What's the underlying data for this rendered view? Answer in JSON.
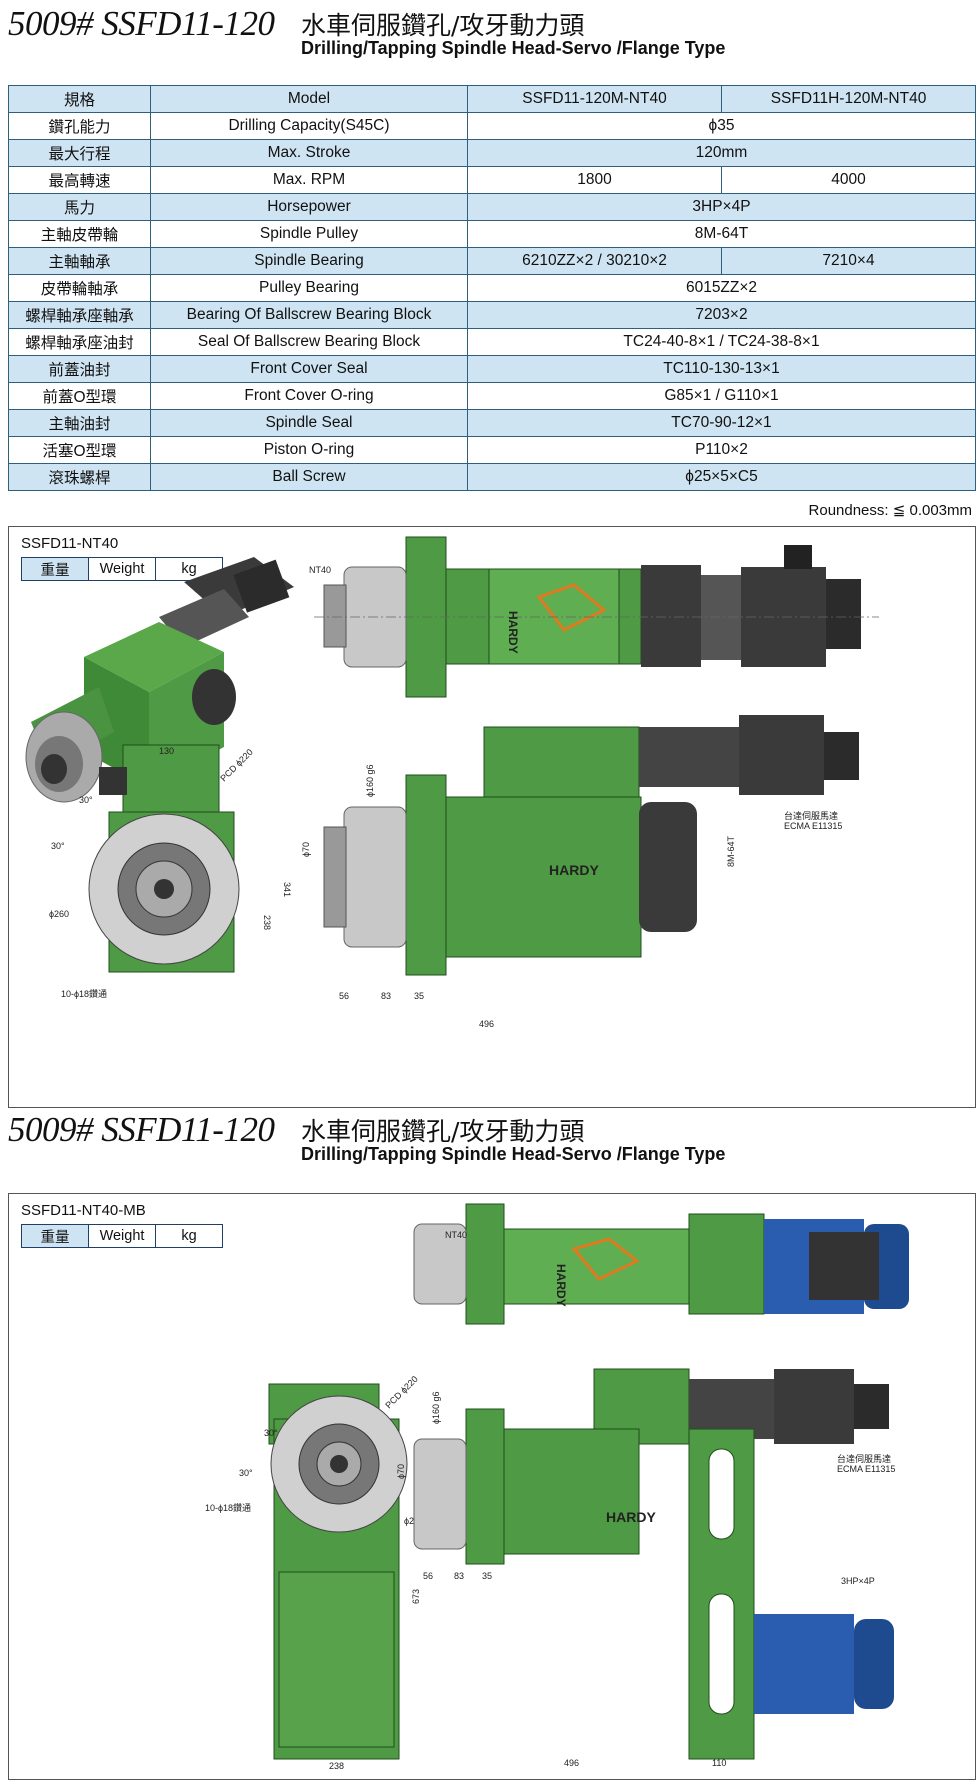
{
  "header_top": {
    "code": "5009# SSFD11-120",
    "title_cn": "水車伺服鑽孔/攻牙動力頭",
    "title_en": "Drilling/Tapping Spindle Head-Servo /Flange Type"
  },
  "spec_table": {
    "rows": [
      {
        "cn": "規格",
        "en": "Model",
        "v1": "SSFD11-120M-NT40",
        "v2": "SSFD11H-120M-NT40"
      },
      {
        "cn": "鑽孔能力",
        "en": "Drilling Capacity(S45C)",
        "v": "ϕ35"
      },
      {
        "cn": "最大行程",
        "en": "Max. Stroke",
        "v": "120mm"
      },
      {
        "cn": "最高轉速",
        "en": "Max. RPM",
        "v1": "1800",
        "v2": "4000"
      },
      {
        "cn": "馬力",
        "en": "Horsepower",
        "v": "3HP×4P"
      },
      {
        "cn": "主軸皮帶輪",
        "en": "Spindle Pulley",
        "v": "8M-64T"
      },
      {
        "cn": "主軸軸承",
        "en": "Spindle Bearing",
        "v1": "6210ZZ×2 / 30210×2",
        "v2": "7210×4"
      },
      {
        "cn": "皮帶輪軸承",
        "en": "Pulley Bearing",
        "v": "6015ZZ×2"
      },
      {
        "cn": "螺桿軸承座軸承",
        "en": "Bearing Of Ballscrew Bearing Block",
        "v": "7203×2"
      },
      {
        "cn": "螺桿軸承座油封",
        "en": "Seal Of Ballscrew Bearing Block",
        "v": "TC24-40-8×1 / TC24-38-8×1"
      },
      {
        "cn": "前蓋油封",
        "en": "Front Cover Seal",
        "v": "TC110-130-13×1"
      },
      {
        "cn": "前蓋O型環",
        "en": "Front Cover O-ring",
        "v": "G85×1 / G110×1"
      },
      {
        "cn": "主軸油封",
        "en": "Spindle Seal",
        "v": "TC70-90-12×1"
      },
      {
        "cn": "活塞O型環",
        "en": "Piston O-ring",
        "v": "P110×2"
      },
      {
        "cn": "滾珠螺桿",
        "en": "Ball Screw",
        "v": "ϕ25×5×C5"
      }
    ]
  },
  "roundness": "Roundness: ≦ 0.003mm",
  "panel1": {
    "model": "SSFD11-NT40",
    "weight": {
      "cn": "重量",
      "en": "Weight",
      "unit": "kg"
    },
    "labels": {
      "nt40": "NT40",
      "hardy": "HARDY",
      "d130": "130",
      "pcd": "PCD ϕ220",
      "a30a": "30°",
      "a30b": "30°",
      "d260": "ϕ260",
      "d341": "341",
      "d238": "238",
      "holes": "10-ϕ18鑽通",
      "d160": "ϕ160 g6",
      "d70": "ϕ70",
      "motor": "台達伺服馬達",
      "motor2": "ECMA E11315",
      "belt": "8M-64T",
      "d56": "56",
      "d83": "83",
      "d35": "35",
      "d496": "496"
    }
  },
  "header_bottom": {
    "code": "5009# SSFD11-120",
    "title_cn": "水車伺服鑽孔/攻牙動力頭",
    "title_en": "Drilling/Tapping Spindle Head-Servo /Flange Type"
  },
  "panel2": {
    "model": "SSFD11-NT40-MB",
    "weight": {
      "cn": "重量",
      "en": "Weight",
      "unit": "kg"
    },
    "labels": {
      "nt40": "NT40",
      "hardy": "HARDY",
      "pcd": "PCD ϕ220",
      "a30a": "30°",
      "a30b": "30°",
      "holes": "10-ϕ18鑽通",
      "d260": "ϕ260",
      "d673": "673",
      "d238": "238",
      "d160": "ϕ160 g6",
      "d70": "ϕ70",
      "motor": "台達伺服馬達",
      "motor2": "ECMA E11315",
      "hp": "3HP×4P",
      "d56": "56",
      "d83": "83",
      "d35": "35",
      "d496": "496",
      "d110": "110"
    }
  },
  "colors": {
    "body_green": "#4f9a44",
    "dark_green": "#2e6b2a",
    "motor_dark": "#3a3a3a",
    "motor_blue": "#2a5db0",
    "steel": "#b8b8b8",
    "table_blue": "#cfe4f2",
    "border": "#2f5f7a",
    "logo": "#e07a1f"
  }
}
